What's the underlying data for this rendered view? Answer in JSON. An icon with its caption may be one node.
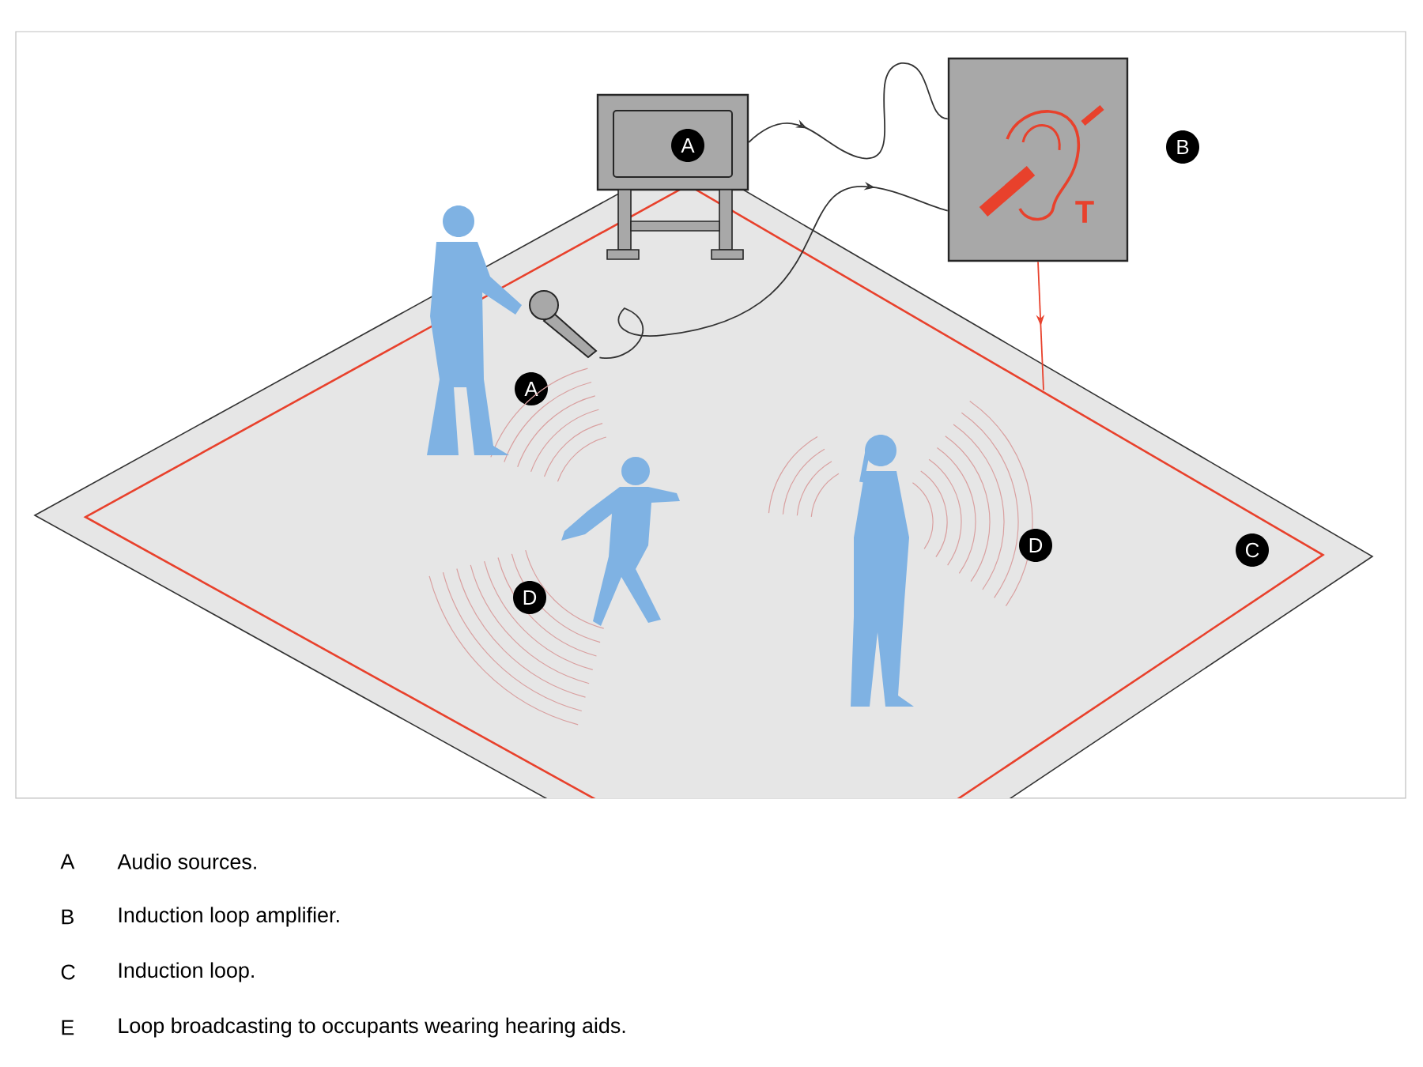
{
  "diagram": {
    "nodes": [
      {
        "text": [
          "A"
        ]
      },
      {
        "text": [
          "T"
        ],
        "beside": [
          "B"
        ]
      },
      {
        "text": [],
        "shape": "picture",
        "beside": [
          "A"
        ],
        "in": 3
      },
      {
        "text": [
          "C"
        ]
      }
    ],
    "edges": [
      {
        "from": 0,
        "to": 1,
        "arrow": "to"
      },
      {
        "from": 2,
        "to": 1,
        "arrow": "to"
      },
      {
        "from": 1,
        "to": 3,
        "arrow": "to",
        "color": "#e8412c"
      }
    ],
    "labels": [
      "D",
      "D",
      "A",
      "Audio sources.",
      "B",
      "Induction loop amplifier.",
      "C",
      "Induction loop.",
      "E",
      "Loop broadcasting to occupants wearing hearing aids."
    ]
  }
}
